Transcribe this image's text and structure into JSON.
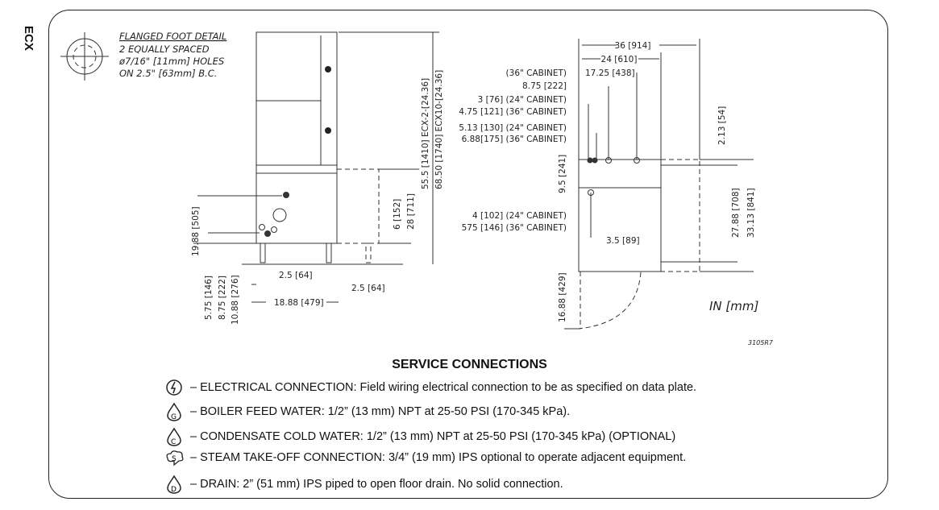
{
  "side_label": "ECX",
  "foot_detail": {
    "title": "FLANGED FOOT DETAIL",
    "lines": [
      "2 EQUALLY SPACED",
      "ø7/16\" [11mm] HOLES",
      "ON 2.5\" [63mm] B.C."
    ]
  },
  "front": {
    "height": "55.5 [1410] ECX-2-[24.36]",
    "height2": "68.50 [1740] ECX10-[24.36]",
    "d19": "19.88 [505]",
    "d6": "6 [152]",
    "d28": "28 [711]",
    "d575": "5.75 [146]",
    "d875": "8.75 [222]",
    "d1088": "10.88 [276]",
    "d25a": "2.5 [64]",
    "d25b": "2.5 [64]",
    "d1888": "18.88 [479]"
  },
  "plan": {
    "d36": "36 [914]",
    "d24": "24 [610]",
    "d1725": "17.25 [438]",
    "s36": "(36\" CABINET)",
    "s875": "8.75 [222]",
    "c1": "3 [76] (24\" CABINET)",
    "c2": "4.75 [121] (36\" CABINET)",
    "g1": "5.13 [130] (24\" CABINET)",
    "g2": "6.88[175] (36\" CABINET)",
    "d95": "9.5 [241]",
    "e1": "4 [102] (24\" CABINET)",
    "e2": "575 [146] (36\" CABINET)",
    "d35": "3.5 [89]",
    "d213": "2.13 [54]",
    "d2788": "27.88 [708]",
    "d3313": "33.13 [841]",
    "d1688": "16.88 [429]",
    "units": "IN [mm]",
    "code": "3105R7"
  },
  "service": {
    "title": "SERVICE CONNECTIONS",
    "items": [
      {
        "icon": "electrical-icon",
        "text": "– ELECTRICAL CONNECTION: Field wiring electrical connection to be as specified on data plate."
      },
      {
        "icon": "boiler-water-icon",
        "text": "– BOILER FEED WATER: 1/2” (13 mm) NPT at 25-50 PSI (170-345 kPa)."
      },
      {
        "icon": "cold-water-icon",
        "text": "– CONDENSATE COLD WATER: 1/2” (13 mm) NPT at 25-50 PSI (170-345 kPa) (OPTIONAL)"
      },
      {
        "icon": "steam-icon",
        "text": "– STEAM TAKE-OFF CONNECTION: 3/4” (19 mm) IPS optional to operate adjacent equipment."
      },
      {
        "icon": "drain-icon",
        "text": "– DRAIN: 2” (51 mm) IPS piped to open floor drain. No solid connection."
      }
    ]
  }
}
